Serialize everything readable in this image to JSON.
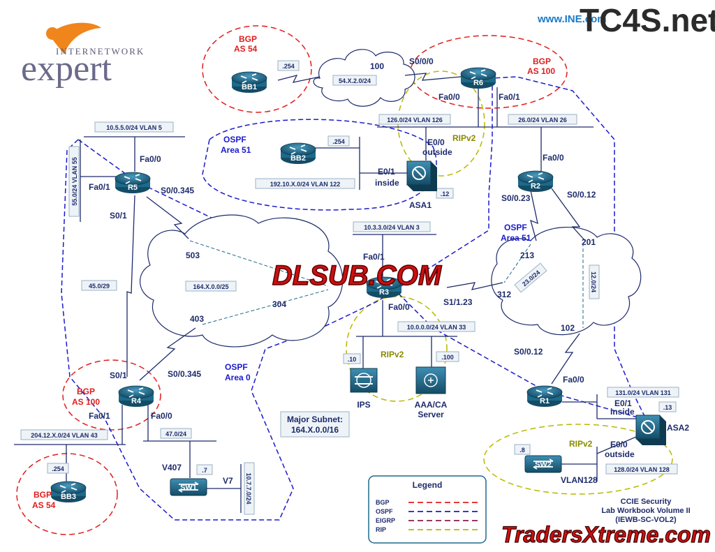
{
  "branding": {
    "site_url": "www.INE.com",
    "tc4s": "TC4S.net",
    "logo_top": "INTERNETWORK",
    "logo_bottom": "expert",
    "center_watermark": "DLSUB.COM",
    "bottom_watermark": "TradersXtreme.com"
  },
  "devices": {
    "bb1": "BB1",
    "bb2": "BB2",
    "bb3": "BB3",
    "r1": "R1",
    "r2": "R2",
    "r3": "R3",
    "r4": "R4",
    "r5": "R5",
    "r6": "R6",
    "asa1": "ASA1",
    "asa2": "ASA2",
    "sw1": "SW1",
    "sw2": "SW2",
    "ips": "IPS",
    "aaa_line1": "AAA/CA",
    "aaa_line2": "Server"
  },
  "segments": {
    "vlan5": "10.5.5.0/24 VLAN 5",
    "vlan55": "55.0/24 VLAN 55",
    "vlan126": "126.0/24 VLAN 126",
    "vlan26": "26.0/24 VLAN 26",
    "vlan122": "192.10.X.0/24 VLAN 122",
    "vlan3": "10.3.3.0/24 VLAN 3",
    "vlan33": "10.0.0.0/24 VLAN 33",
    "vlan131": "131.0/24 VLAN 131",
    "vlan128": "128.0/24 VLAN 128",
    "vlan43": "204.12.X.0/24 VLAN 43",
    "net47": "47.0/24",
    "vlan7": "10.7.7.0/24",
    "net45": "45.0/29",
    "cloud54": "54.X.2.0/24",
    "cloud164": "164.X.0.0/25",
    "net23": "23.0/24",
    "net12": "12.0/24"
  },
  "host_ids": {
    "bb1": ".254",
    "bb2": ".254",
    "bb3": ".254",
    "asa1": ".12",
    "asa2": ".13",
    "ips": ".10",
    "aaa": ".100",
    "sw2": ".8",
    "sw1": ".7"
  },
  "interfaces": {
    "r6_s000": "S0/0/0",
    "r6_fa00": "Fa0/0",
    "r6_fa01": "Fa0/1",
    "asa1_e00": "E0/0",
    "asa1_outside": "outside",
    "asa1_e01": "E0/1",
    "asa1_inside": "inside",
    "r5_fa00": "Fa0/0",
    "r5_fa01": "Fa0/1",
    "r5_s0345": "S0/0.345",
    "r5_s01": "S0/1",
    "r2_fa00": "Fa0/0",
    "r2_s023": "S0/0.23",
    "r2_s012": "S0/0.12",
    "r3_fa01": "Fa0/1",
    "r3_fa00": "Fa0/0",
    "r3_s1123": "S1/1.23",
    "r4_s01": "S0/1",
    "r4_s0345": "S0/0.345",
    "r4_fa01": "Fa0/1",
    "r4_fa00": "Fa0/0",
    "r1_s012": "S0/0.12",
    "r1_fa00": "Fa0/0",
    "asa2_e01": "E0/1",
    "asa2_inside": "inside",
    "asa2_e00": "E0/0",
    "asa2_outside": "outside",
    "sw1_v407": "V407",
    "sw1_v7": "V7",
    "sw2_vlan": "VLAN128"
  },
  "dlci": {
    "d100": "100",
    "d503": "503",
    "d304": "304",
    "d403": "403",
    "d213": "213",
    "d312": "312",
    "d201": "201",
    "d102": "102"
  },
  "areas": {
    "bgp54_top_1": "BGP",
    "bgp54_top_2": "AS 54",
    "bgp100_top_1": "BGP",
    "bgp100_top_2": "AS 100",
    "bgp100_left_1": "BGP",
    "bgp100_left_2": "AS 100",
    "bgp54_bottom_1": "BGP",
    "bgp54_bottom_2": "AS 54",
    "ospf51_left_1": "OSPF",
    "ospf51_left_2": "Area 51",
    "ospf51_right_1": "OSPF",
    "ospf51_right_2": "Area 51",
    "ospf0_1": "OSPF",
    "ospf0_2": "Area 0",
    "rip_top": "RIPv2",
    "rip_mid": "RIPv2",
    "rip_right": "RIPv2"
  },
  "major_subnet": {
    "line1": "Major Subnet:",
    "line2": "164.X.0.0/16"
  },
  "legend": {
    "title": "Legend",
    "items": [
      {
        "label": "BGP",
        "color": "#e21c1c"
      },
      {
        "label": "OSPF",
        "color": "#1a1acc"
      },
      {
        "label": "EIGRP",
        "color": "#8a1a4a"
      },
      {
        "label": "RIP",
        "color": "#b8b800"
      }
    ]
  },
  "footer": {
    "line1": "CCIE Security",
    "line2": "Lab Workbook Volume II",
    "line3": "(IEWB-SC-VOL2)"
  },
  "colors": {
    "bgp": "#e21c1c",
    "ospf": "#1a1acc",
    "rip": "#b8b800",
    "device": "#1d6a8a",
    "text": "#1d2b6b"
  }
}
